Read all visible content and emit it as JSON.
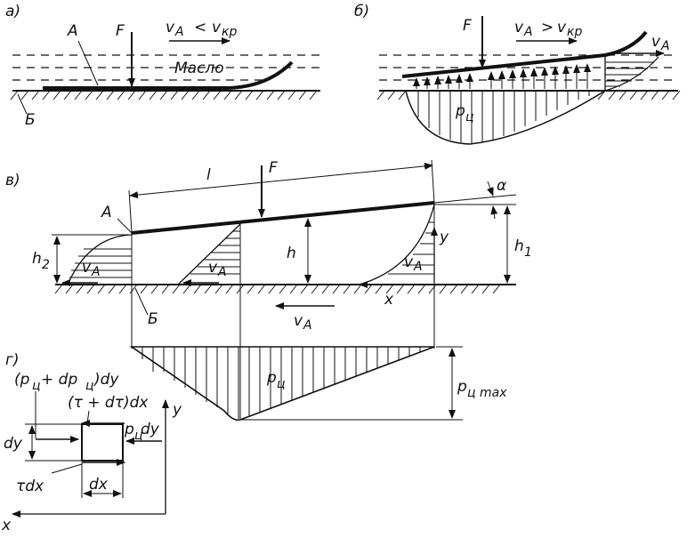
{
  "panel_a": {
    "label": "а)",
    "force": "F",
    "point_a": "A",
    "point_b": "Б",
    "oil": "Масло",
    "speed_v": "v",
    "speed_sub": "A",
    "speed_rel": "<",
    "speed_v2": "v",
    "speed_sub2": "кр"
  },
  "panel_b": {
    "label": "б)",
    "force": "F",
    "speed_v": "v",
    "speed_sub": "A",
    "speed_rel": ">",
    "speed_v2": "v",
    "speed_sub2": "кр",
    "arrow_v": "v",
    "arrow_sub": "A",
    "pressure_p": "p",
    "pressure_sub": "ц"
  },
  "panel_c": {
    "label": "в)",
    "force": "F",
    "length": "l",
    "angle": "α",
    "point_a": "A",
    "point_b": "Б",
    "h2": "h",
    "h2_sub": "2",
    "h": "h",
    "h1": "h",
    "h1_sub": "1",
    "y": "y",
    "x": "x",
    "v": "v",
    "v_sub": "A",
    "pressure_p": "p",
    "pressure_sub": "ц",
    "pmax_p": "p",
    "pmax_sub": "ц max"
  },
  "panel_d": {
    "label": "г)",
    "top_force": "(p",
    "top_force_sub": "ц",
    "top_force_mid": " + dp",
    "top_force_sub2": "ц",
    "top_force_end": ")dy",
    "shear_top": "(τ + dτ)dx",
    "right_p": "p",
    "right_sub": "ц",
    "right_end": " dy",
    "dy": "dy",
    "shear_bottom": "τdx",
    "dx": "dx",
    "axis_y": "y",
    "axis_x": "x"
  }
}
